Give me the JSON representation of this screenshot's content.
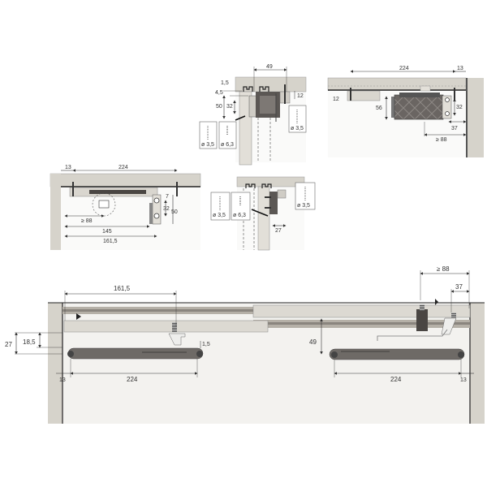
{
  "diagram": {
    "type": "technical-assembly-drawing",
    "colors": {
      "wall": "#d9d6cf",
      "frame_edge": "#bdb9b0",
      "panel_bg": "#f2f1ee",
      "damper": "#6e6a66",
      "damper_dark": "#4a4643",
      "rail": "#a8a39b",
      "line": "#333333"
    },
    "detail_top_center": {
      "dims": {
        "w49": "49",
        "d1_5": "1,5",
        "d4_5": "4,5",
        "d50": "50",
        "d32": "32",
        "d12": "12"
      },
      "screws": [
        {
          "label": "ø 3,5"
        },
        {
          "label": "ø 6,3"
        },
        {
          "label": "ø 3,5"
        }
      ]
    },
    "detail_top_right": {
      "dims": {
        "d224": "224",
        "d13": "13",
        "d12": "12",
        "d56": "56",
        "d32": "32",
        "d37": "37",
        "d88": "≥ 88"
      }
    },
    "detail_mid_left": {
      "dims": {
        "d13": "13",
        "d224": "224",
        "d7": "7",
        "d32": "32",
        "d50": "50",
        "d88": "≥ 88",
        "d145": "145",
        "d161_5": "161,5"
      }
    },
    "detail_mid_center": {
      "dims": {
        "d27": "27"
      },
      "screws": [
        {
          "label": "ø 3,5"
        },
        {
          "label": "ø 6,3"
        },
        {
          "label": "ø 3,5"
        }
      ]
    },
    "main_view": {
      "dims": {
        "d161_5": "161,5",
        "d27": "27",
        "d18_5": "18,5",
        "d1_5": "1,5",
        "d13_left": "13",
        "d224_left": "224",
        "d49": "49",
        "d88": "≥ 88",
        "d37": "37",
        "d224_right": "224",
        "d13_right": "13"
      }
    }
  }
}
